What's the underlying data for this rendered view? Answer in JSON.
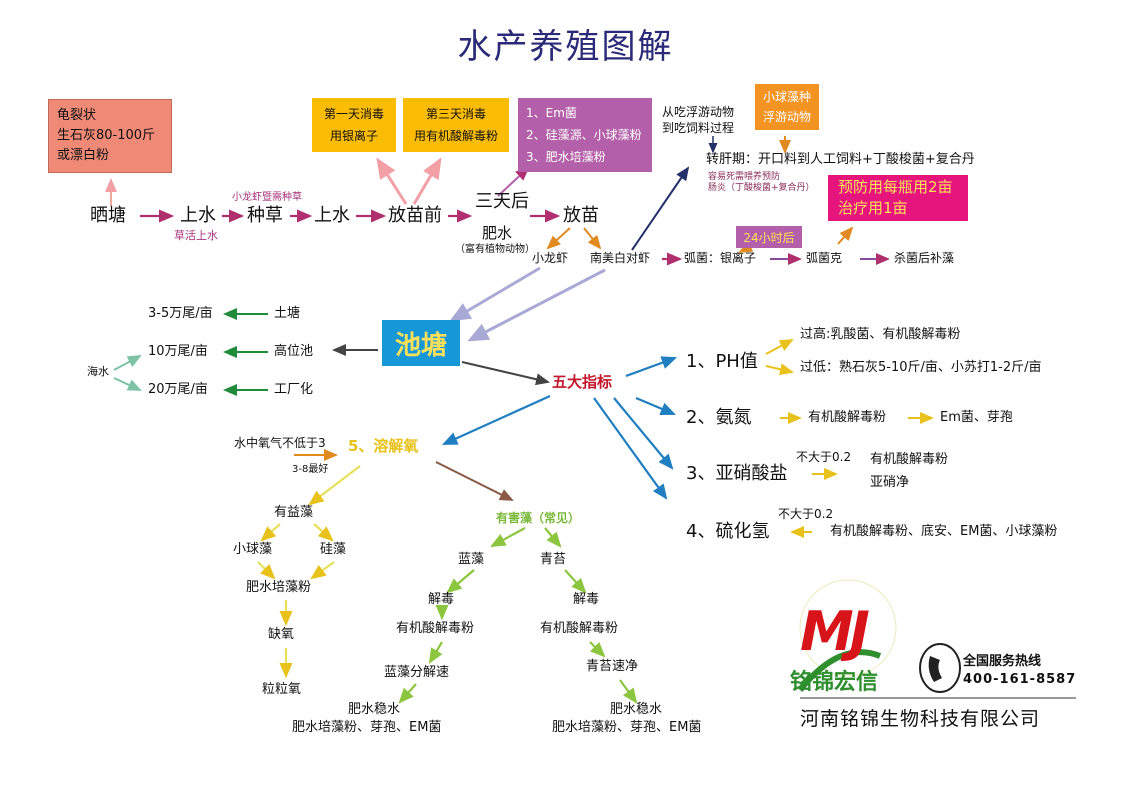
{
  "title": "水产养殖图解",
  "boxes": {
    "crack": [
      "龟裂状",
      "生石灰80-100斤",
      "或漂白粉"
    ],
    "day1": [
      "第一天消毒",
      "用银离子"
    ],
    "day3": [
      "第三天消毒",
      "用有机酸解毒粉"
    ],
    "algae": [
      "1、Em菌",
      "2、硅藻源、小球藻粉",
      "3、肥水培藻粉"
    ],
    "chlorella": [
      "小球藻种",
      "浮游动物"
    ],
    "prevent": [
      "预防用每瓶用2亩",
      "治疗用1亩"
    ],
    "hours24": "24小时后"
  },
  "flow": {
    "sai_tang": "晒塘",
    "shang_shui1": "上水",
    "zhong_cao": "种草",
    "shang_shui2": "上水",
    "fang_miao_qian": "放苗前",
    "san_tian_hou": "三天后",
    "fang_miao": "放苗",
    "cao_huo": "草活上水",
    "xiaolongxia_note": "小龙虾暨需种草",
    "fei_shui": "肥水",
    "fei_shui_note": "（富有植物动物）",
    "xiaolongxia": "小龙虾",
    "nanmei": "南美白对虾",
    "hujun": "弧菌：银离子",
    "hujunke": "弧菌克",
    "shajun": "杀菌后补藻",
    "feed_change": [
      "从吃浮游动物",
      "到吃饲料过程"
    ],
    "zhuangan": "转肝期：开口料到人工饲料+丁酸梭菌+复合丹",
    "zhuangan_note": [
      "容易死需喂养预防",
      "肠炎（丁酸梭菌+复合丹）"
    ]
  },
  "pond": {
    "center": "池塘",
    "density": [
      {
        "density": "3-5万尾/亩",
        "type": "土塘"
      },
      {
        "density": "10万尾/亩",
        "type": "高位池"
      },
      {
        "density": "20万尾/亩",
        "type": "工厂化"
      }
    ],
    "seawater": "海水"
  },
  "indicators": {
    "center": "五大指标",
    "ph": "1、PH值",
    "ph_high": "过高:乳酸菌、有机酸解毒粉",
    "ph_low": "过低：熟石灰5-10斤/亩、小苏打1-2斤/亩",
    "ammonia": "2、氨氮",
    "ammonia_fix": "有机酸解毒粉",
    "ammonia_fix2": "Em菌、芽孢",
    "nitrite": "3、亚硝酸盐",
    "nitrite_limit": "不大于0.2",
    "nitrite_fix": [
      "有机酸解毒粉",
      "亚硝净"
    ],
    "h2s": "4、硫化氢",
    "h2s_limit": "不大于0.2",
    "h2s_fix": "有机酸解毒粉、底安、EM菌、小球藻粉"
  },
  "oxygen": {
    "center": "5、溶解氧",
    "min": "水中氧气不低于3",
    "best": "3-8最好",
    "good_algae": "有益藻",
    "chlorella": "小球藻",
    "diatom": "硅藻",
    "fertilizer": "肥水培藻粉",
    "lack": "缺氧",
    "granule": "粒粒氧",
    "harmful": "有害藻（常见）",
    "blue": "蓝藻",
    "moss": "青苔",
    "detox1": "解毒",
    "detox2": "解毒",
    "acid1": "有机酸解毒粉",
    "acid2": "有机酸解毒粉",
    "blue_fix": "蓝藻分解速",
    "moss_fix": "青苔速净",
    "end1": [
      "肥水稳水",
      "肥水培藻粉、芽孢、EM菌"
    ],
    "end2": [
      "肥水稳水",
      "肥水培藻粉、芽孢、EM菌"
    ]
  },
  "brand": {
    "mj": "MJ",
    "name": "铭锦宏信",
    "hotline_title": "全国服务热线",
    "hotline": "400-161-8587",
    "company": "河南铭锦生物科技有限公司"
  },
  "colors": {
    "salmon": "#f08a76",
    "yellow": "#fbbc05",
    "purple": "#b35fa9",
    "orange": "#f39322",
    "magenta": "#e6147d",
    "blue": "#1f73b7",
    "red": "#c3162a",
    "green": "#2f8f2f"
  }
}
